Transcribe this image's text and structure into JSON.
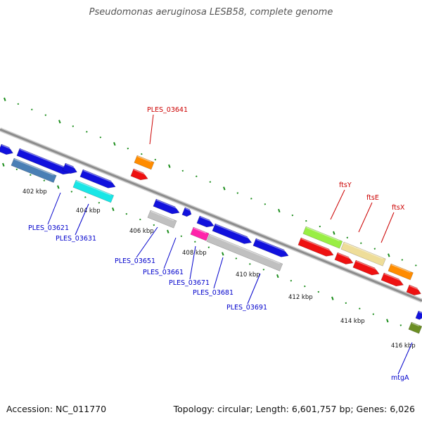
{
  "title": "Pseudomonas aeruginosa LESB58, complete genome",
  "accession": "Accession: NC_011770",
  "topology": "Topology: circular; Length: 6,601,757 bp; Genes: 6,026",
  "colors": {
    "backbone": "#8c8c8c",
    "tick": "#1a8c1a",
    "ruler_text": "#111111",
    "label_blue": "#0000cc",
    "label_red": "#cc0000",
    "leader_blue": "#0000cc",
    "leader_red": "#cc0000"
  },
  "ruler_labels": [
    {
      "kbp": 402,
      "text": "402 kbp"
    },
    {
      "kbp": 404,
      "text": "404 kbp"
    },
    {
      "kbp": 406,
      "text": "406 kbp"
    },
    {
      "kbp": 408,
      "text": "408 kbp"
    },
    {
      "kbp": 410,
      "text": "410 kbp"
    },
    {
      "kbp": 412,
      "text": "412 kbp"
    },
    {
      "kbp": 414,
      "text": "414 kbp"
    },
    {
      "kbp": 416,
      "text": "416 kbp"
    }
  ],
  "features": [
    {
      "color": "#1111dd",
      "strand": "outer",
      "row": 1,
      "dir": "+"
    },
    {
      "color": "#1111dd",
      "strand": "outer",
      "row": 1,
      "dir": "+"
    },
    {
      "color": "#1111dd",
      "strand": "outer",
      "row": 1,
      "dir": "+"
    },
    {
      "color": "#1111dd",
      "strand": "outer",
      "row": 1,
      "dir": "+"
    },
    {
      "color": "#4a7fb5",
      "strand": "outer",
      "row": 2,
      "dir": "none"
    },
    {
      "color": "#19e6e6",
      "strand": "outer",
      "row": 2,
      "dir": "none"
    },
    {
      "color": "#ff8c00",
      "strand": "outer",
      "row": 0,
      "dir": "none"
    },
    {
      "color": "#ee1111",
      "strand": "outer",
      "row": 0,
      "dir": "+"
    },
    {
      "color": "#1111dd",
      "strand": "inner",
      "row": 1,
      "dir": "+"
    },
    {
      "color": "#1111dd",
      "strand": "inner",
      "row": 1,
      "dir": "+"
    },
    {
      "color": "#1111dd",
      "strand": "inner",
      "row": 1,
      "dir": "+"
    },
    {
      "color": "#1111dd",
      "strand": "inner",
      "row": 1,
      "dir": "+"
    },
    {
      "color": "#1111dd",
      "strand": "inner",
      "row": 1,
      "dir": "+"
    },
    {
      "color": "#c0c0c0",
      "strand": "inner",
      "row": 2,
      "dir": "none"
    },
    {
      "color": "#ff22aa",
      "strand": "inner",
      "row": 2,
      "dir": "none"
    },
    {
      "color": "#c0c0c0",
      "strand": "inner",
      "row": 2,
      "dir": "none"
    },
    {
      "color": "#99ee44",
      "strand": "outer2",
      "row": 0,
      "dir": "none"
    },
    {
      "color": "#eedd99",
      "strand": "outer2",
      "row": 0,
      "dir": "none"
    },
    {
      "color": "#ff8c00",
      "strand": "outer2",
      "row": 0,
      "dir": "none"
    },
    {
      "color": "#ee1111",
      "strand": "outer2",
      "row": 1,
      "dir": "+"
    },
    {
      "color": "#ee1111",
      "strand": "outer2",
      "row": 1,
      "dir": "+"
    },
    {
      "color": "#ee1111",
      "strand": "outer2",
      "row": 1,
      "dir": "+"
    },
    {
      "color": "#ee1111",
      "strand": "outer2",
      "row": 1,
      "dir": "+"
    },
    {
      "color": "#ee1111",
      "strand": "outer2",
      "row": 1,
      "dir": "+"
    },
    {
      "color": "#1111dd",
      "strand": "inner2",
      "row": 1,
      "dir": "+"
    },
    {
      "color": "#6b8e23",
      "strand": "inner2",
      "row": 2,
      "dir": "none"
    }
  ],
  "gene_labels": [
    {
      "text": "PLES_03641",
      "tone": "red"
    },
    {
      "text": "ftsY",
      "tone": "red"
    },
    {
      "text": "ftsE",
      "tone": "red"
    },
    {
      "text": "ftsX",
      "tone": "red"
    },
    {
      "text": "PLES_03621",
      "tone": "blue"
    },
    {
      "text": "PLES_03631",
      "tone": "blue"
    },
    {
      "text": "PLES_03651",
      "tone": "blue"
    },
    {
      "text": "PLES_03661",
      "tone": "blue"
    },
    {
      "text": "PLES_03671",
      "tone": "blue"
    },
    {
      "text": "PLES_03681",
      "tone": "blue"
    },
    {
      "text": "PLES_03691",
      "tone": "blue"
    },
    {
      "text": "mtgA",
      "tone": "blue"
    }
  ]
}
